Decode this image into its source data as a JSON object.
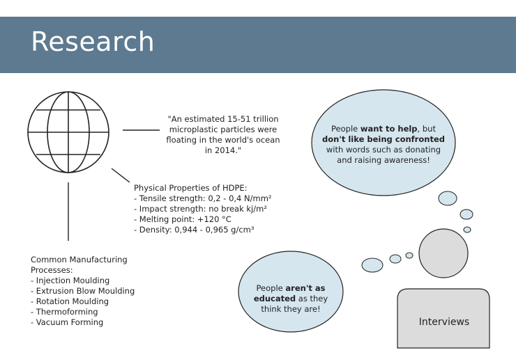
{
  "header": {
    "title": "Research"
  },
  "quote": {
    "lines": [
      "\"An estimated 15-51 trillion",
      "microplastic particles were",
      "floating in the world's ocean",
      "in 2014.\""
    ]
  },
  "properties": {
    "heading": "Physical Properties of HDPE:",
    "items": [
      "- Tensile strength: 0,2 - 0,4 N/mm²",
      "- Impact strength: no break kj/m²",
      "- Melting point: +120 °C",
      "- Density: 0,944 - 0,965 g/cm³"
    ]
  },
  "manufacturing": {
    "heading_lines": [
      "Common Manufacturing",
      "Processes:"
    ],
    "items": [
      "- Injection Moulding",
      "- Extrusion Blow Moulding",
      "- Rotation Moulding",
      "- Thermoforming",
      "- Vacuum Forming"
    ]
  },
  "thought_bubble_top": {
    "part1": "People ",
    "bold1": "want to help",
    "part2": ", but ",
    "bold2": "don't like being confronted",
    "part3": " with words such as donating and raising awareness!"
  },
  "thought_bubble_bottom": {
    "part1": "People ",
    "bold1": "aren't as educated",
    "part2": " as they think they are!"
  },
  "person": {
    "label": "Interviews"
  },
  "colors": {
    "banner": "#5d7a90",
    "bubble_fill": "#d6e6ee",
    "person_fill": "#dcdcdc",
    "stroke": "#222222"
  },
  "icons": {
    "globe": "globe-icon",
    "person": "person-icon"
  }
}
